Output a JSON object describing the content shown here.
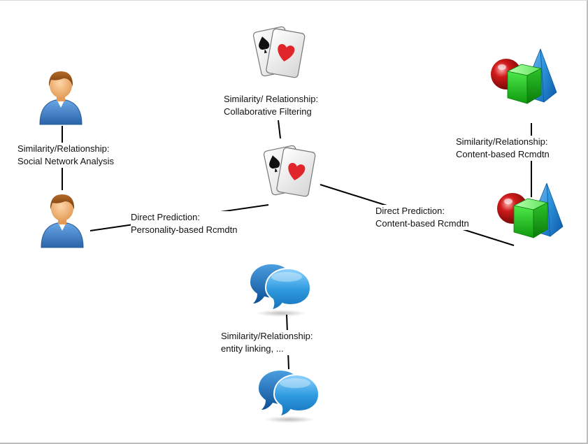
{
  "colors": {
    "edge": "#000000",
    "person_skin": "#f3b37a",
    "person_hair": "#8a4a15",
    "person_shirt": "#3d7fc6",
    "card_face": "#f2f2f2",
    "card_heart": "#e0262a",
    "card_spade": "#111111",
    "cube_green": "#22c11c",
    "sphere_red": "#c91818",
    "pyramid_blue": "#1c8fe0",
    "bubble_blue": "#2f8fd6"
  },
  "icons": {
    "person": "person-icon",
    "cards": "playing-cards-icon",
    "shapes": "geometric-shapes-icon",
    "chat": "speech-bubbles-icon"
  },
  "labels": {
    "collab": {
      "line1": "Similarity/ Relationship:",
      "line2": "Collaborative Filtering"
    },
    "social": {
      "line1": "Similarity/Relationship:",
      "line2": "Social Network Analysis"
    },
    "content_sim": {
      "line1": "Similarity/Relationship:",
      "line2": "Content-based Rcmdtn"
    },
    "personality": {
      "line1": "Direct Prediction:",
      "line2": "Personality-based Rcmdtn"
    },
    "content_pred": {
      "line1": "Direct Prediction:",
      "line2": "Content-based Rcmdtn"
    },
    "entity": {
      "line1": "Similarity/Relationship:",
      "line2": "entity linking, ..."
    }
  }
}
